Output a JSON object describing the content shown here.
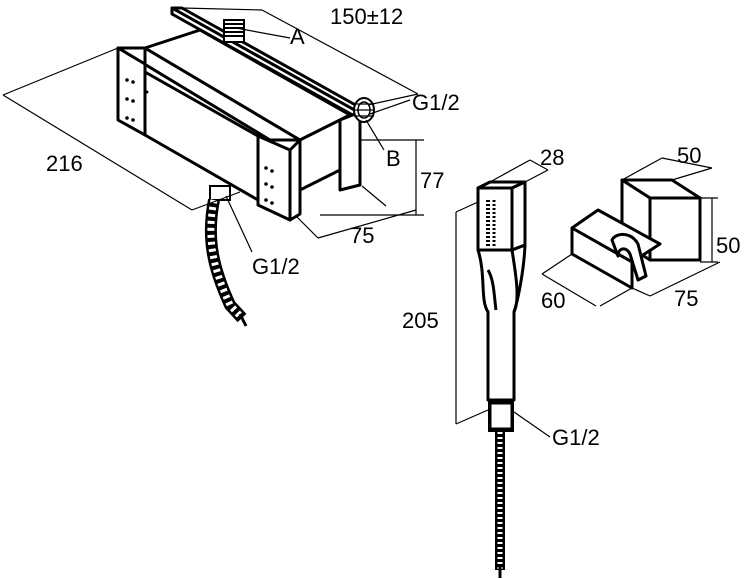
{
  "drawing": {
    "labels": {
      "top_width": "150±12",
      "callout_a": "A",
      "thread_right": "G1/2",
      "callout_b": "B",
      "length_216": "216",
      "height_77": "77",
      "depth_75": "75",
      "thread_bottom": "G1/2",
      "handshower_width": "28",
      "handshower_length": "205",
      "handshower_thread": "G1/2",
      "holder_top": "50",
      "holder_height": "50",
      "holder_depth": "60",
      "holder_width": "75"
    }
  }
}
